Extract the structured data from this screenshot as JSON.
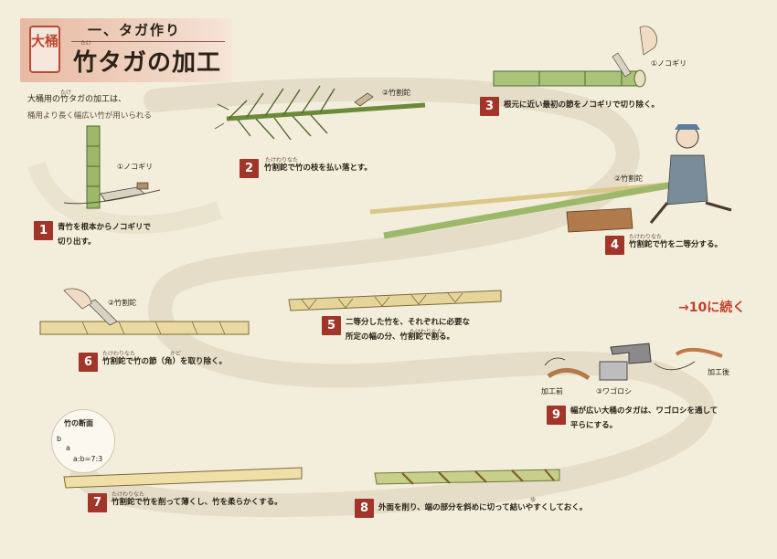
{
  "title": {
    "seal": "大桶",
    "subtitle": "一、タガ作り",
    "main": "竹タガの加工",
    "ruby_take": "たけ"
  },
  "intro": {
    "line1": "大桶用の竹タガの加工は、",
    "line2": "桶用より長く幅広い竹が用いられる",
    "ruby_take": "たけ"
  },
  "steps": [
    {
      "num": "1",
      "text1": "青竹を根本からノコギリで",
      "text2": "切り出す。",
      "label": "①ノコギリ"
    },
    {
      "num": "2",
      "text1": "竹割鉈で竹の枝を払い落とす。",
      "label": "②竹割鉈",
      "ruby": "たけわりなた"
    },
    {
      "num": "3",
      "text1": "根元に近い最初の節をノコギリで切り除く。",
      "label": "①ノコギリ"
    },
    {
      "num": "4",
      "text1": "竹割鉈で竹を二等分する。",
      "label": "②竹割鉈",
      "ruby": "たけわりなた"
    },
    {
      "num": "5",
      "text1": "二等分した竹を、それぞれに必要な",
      "text2": "所定の幅の分、竹割鉈で割る。",
      "ruby": "たけわりなた"
    },
    {
      "num": "6",
      "text1": "竹割鉈で竹の節（角）を取り除く。",
      "label": "②竹割鉈",
      "ruby": "たけわりなた",
      "ruby2": "かど"
    },
    {
      "num": "7",
      "text1": "竹割鉈で竹を削って薄くし、竹を柔らかくする。",
      "ruby": "たけわりなた"
    },
    {
      "num": "8",
      "text1": "外面を削り、端の部分を斜めに切って結いやすくしておく。",
      "ruby": "ゆ"
    },
    {
      "num": "9",
      "text1": "幅が広い大桶のタガは、ワゴロシを通して",
      "text2": "平らにする。",
      "label_before": "加工前",
      "label_tool": "③ワゴロシ",
      "label_after": "加工後"
    }
  ],
  "cross_section": {
    "title": "竹の断面",
    "a": "a",
    "b": "b",
    "ratio": "a:b=7:3"
  },
  "continue": "→10に続く",
  "colors": {
    "accent": "#a2352a",
    "bamboo_green": "#9db86a",
    "bamboo_light": "#e8d9a0",
    "background": "#f3eedb"
  }
}
